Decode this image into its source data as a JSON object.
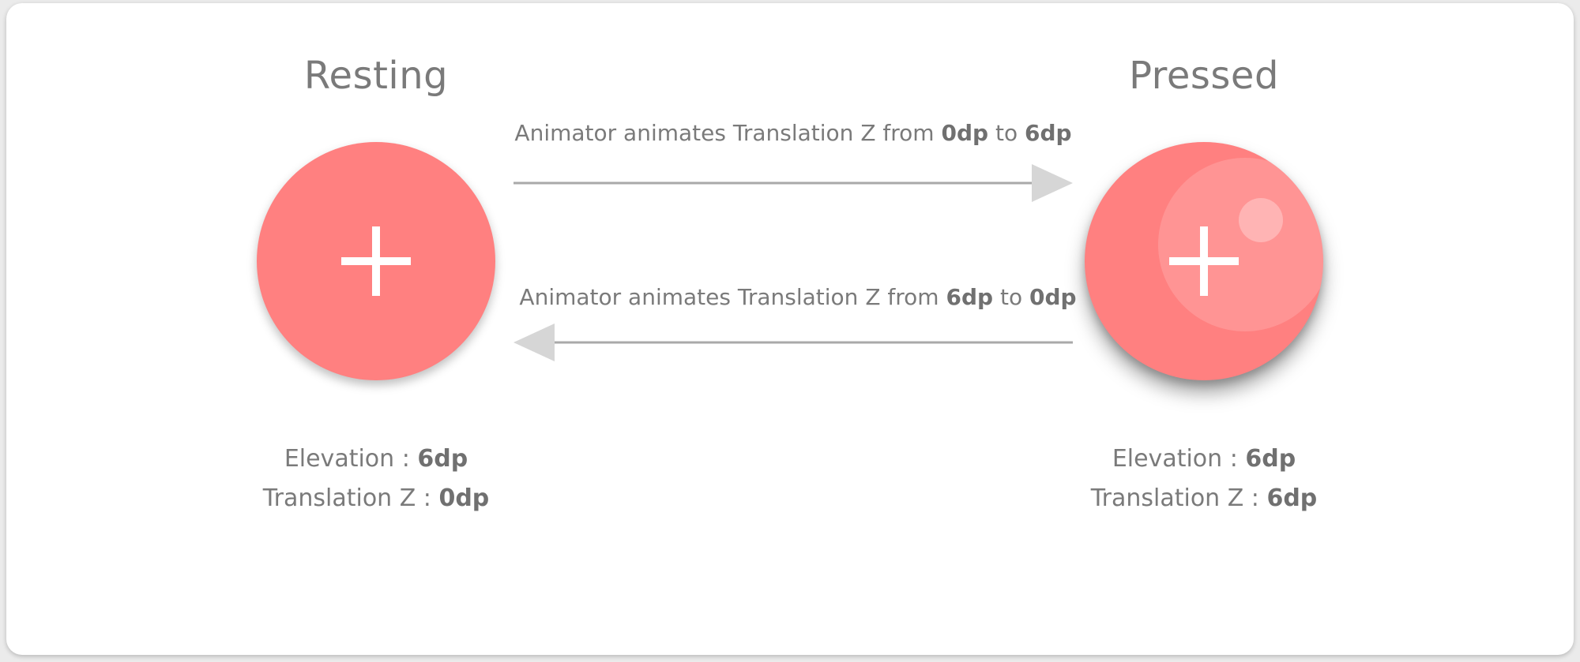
{
  "resting": {
    "title": "Resting",
    "elevation_label": "Elevation : ",
    "elevation_value": "6dp",
    "translation_label": "Translation Z : ",
    "translation_value": "0dp",
    "fab_icon": "plus-icon"
  },
  "pressed": {
    "title": "Pressed",
    "elevation_label": "Elevation : ",
    "elevation_value": "6dp",
    "translation_label": "Translation Z : ",
    "translation_value": "6dp",
    "fab_icon": "plus-icon"
  },
  "arrows": {
    "forward": {
      "prefix": "Animator animates Translation Z from ",
      "from": "0dp",
      "middle": " to ",
      "to": "6dp",
      "direction": "right"
    },
    "backward": {
      "prefix": "Animator animates Translation Z from ",
      "from": "6dp",
      "middle": " to ",
      "to": "0dp",
      "direction": "left"
    }
  },
  "colors": {
    "fab": "#ff8080",
    "text": "#7a7a7a",
    "arrow_line": "#a9a9a9",
    "arrow_head": "#d6d6d6",
    "card": "#ffffff"
  }
}
